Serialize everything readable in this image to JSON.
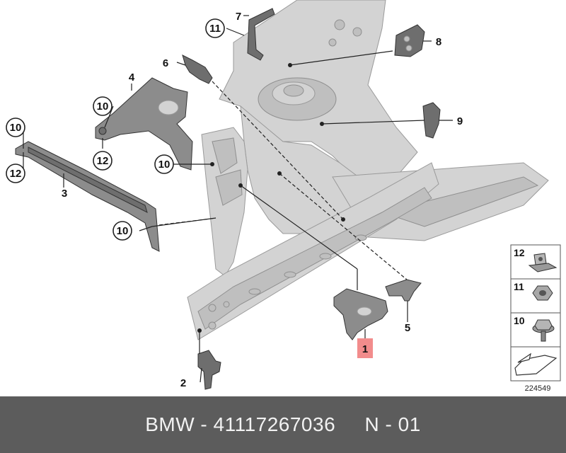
{
  "diagram": {
    "callouts": {
      "c1": "1",
      "c2": "2",
      "c3": "3",
      "c4": "4",
      "c5": "5",
      "c6": "6",
      "c7": "7",
      "c8": "8",
      "c9": "9",
      "c10a": "10",
      "c10b": "10",
      "c10c": "10",
      "c10d": "10",
      "c11": "11",
      "c12a": "12",
      "c12b": "12"
    },
    "highlight_color": "#f28c8c",
    "legend": {
      "items": [
        {
          "number": "12",
          "icon": "clip-nut-icon"
        },
        {
          "number": "11",
          "icon": "hex-nut-icon"
        },
        {
          "number": "10",
          "icon": "flange-bolt-icon"
        }
      ],
      "arrow_icon": "direction-arrow-icon",
      "ref_number": "224549"
    }
  },
  "footer": {
    "text": "BMW - 41117267036     N - 01",
    "background": "#5c5c5c"
  }
}
